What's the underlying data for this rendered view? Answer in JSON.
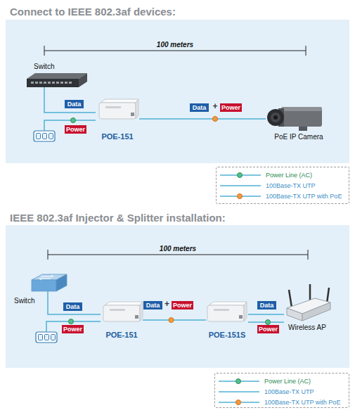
{
  "diagram": {
    "nodes": [
      {
        "text": [
          "Connect to IEEE 802.3af devices:"
        ]
      },
      {
        "text": [
          "Switch"
        ],
        "in": 0
      },
      {
        "text": [
          "Data"
        ],
        "in": 0
      },
      {
        "text": [
          "Power"
        ],
        "in": 0
      },
      {
        "text": [
          "POE-151"
        ],
        "in": 0
      },
      {
        "text": [
          "Data"
        ],
        "in": 0
      },
      {
        "text": [
          "Power"
        ],
        "in": 0
      },
      {
        "text": [
          "PoE IP Camera"
        ],
        "in": 0
      },
      {
        "text": [
          "IEEE 802.3af Injector & Splitter installation:"
        ]
      },
      {
        "text": [
          "Switch"
        ],
        "in": 8
      },
      {
        "text": [
          "Data"
        ],
        "in": 8
      },
      {
        "text": [
          "Power"
        ],
        "in": 8
      },
      {
        "text": [
          "POE-151"
        ],
        "in": 8
      },
      {
        "text": [
          "Data"
        ],
        "in": 8
      },
      {
        "text": [
          "Power"
        ],
        "in": 8
      },
      {
        "text": [
          "POE-151S"
        ],
        "in": 8
      },
      {
        "text": [
          "Data"
        ],
        "in": 8
      },
      {
        "text": [
          "Power"
        ],
        "in": 8
      },
      {
        "text": [
          "Wireless AP"
        ],
        "in": 8
      }
    ],
    "edges": [
      {
        "from": 1,
        "to": 4,
        "arrow": "none"
      },
      {
        "from": 4,
        "to": 7,
        "arrow": "none"
      },
      {
        "from": 9,
        "to": 12,
        "arrow": "none"
      },
      {
        "from": 12,
        "to": 15,
        "arrow": "none"
      },
      {
        "from": 15,
        "to": 18,
        "arrow": "none"
      },
      {
        "from": 15,
        "to": 18,
        "arrow": "none"
      }
    ],
    "labels": [
      "100 meters",
      "+",
      "100 meters",
      "+"
    ],
    "legend": [
      {
        "text": "Power Line (AC)"
      },
      {
        "text": "100Base-TX UTP"
      },
      {
        "text": "100Base-TX UTP with PoE"
      },
      {
        "text": "Power Line (AC)"
      },
      {
        "text": "100Base-TX UTP"
      },
      {
        "text": "100Base-TX UTP with PoE"
      }
    ]
  }
}
